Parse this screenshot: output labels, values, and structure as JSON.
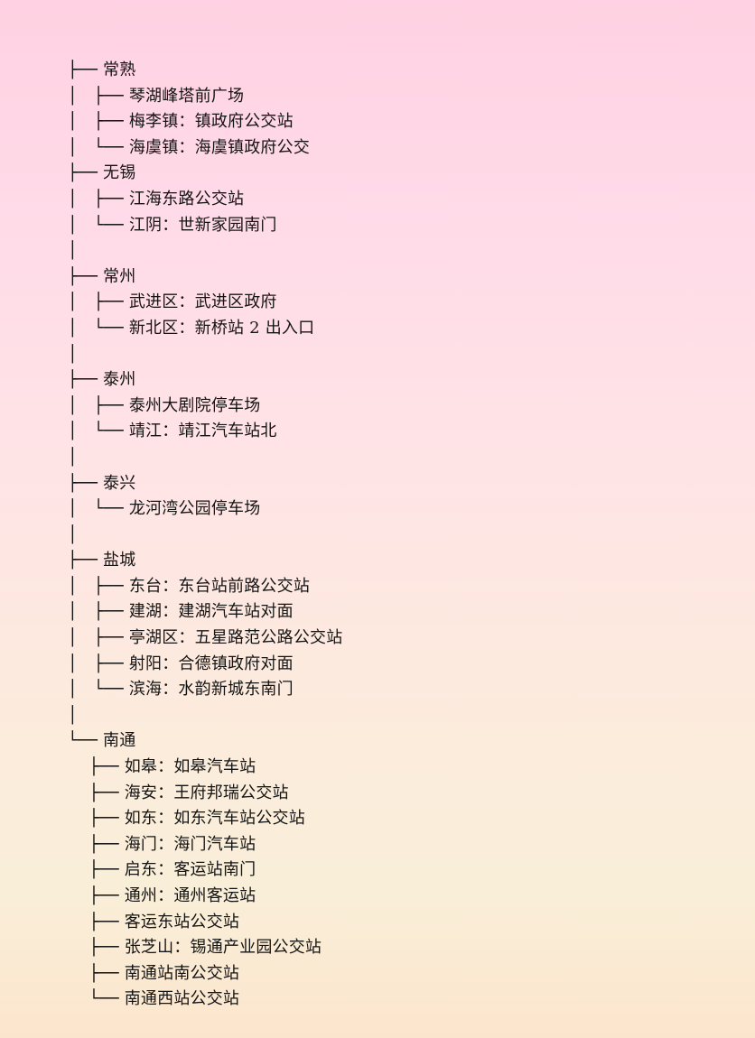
{
  "page": {
    "text_color": "#141414",
    "gradient": [
      "#ffd1e2 0%",
      "#ffdbe8 22%",
      "#ffe4e6 45%",
      "#fcebdd 68%",
      "#f9efd9 85%",
      "#fce5cd 100%"
    ]
  },
  "document": {
    "lines": [
      "├── 常熟",
      "│   ├── 琴湖峰塔前广场",
      "│   ├── 梅李镇：镇政府公交站",
      "│   └── 海虞镇：海虞镇政府公交",
      "├── 无锡",
      "│   ├── 江海东路公交站",
      "│   └── 江阴：世新家园南门",
      "│",
      "├── 常州",
      "│   ├── 武进区：武进区政府",
      "│   └── 新北区：新桥站 2 出入口",
      "│",
      "├── 泰州",
      "│   ├── 泰州大剧院停车场",
      "│   └── 靖江：靖江汽车站北",
      "│",
      "├── 泰兴",
      "│   └── 龙河湾公园停车场",
      "│",
      "├── 盐城",
      "│   ├── 东台：东台站前路公交站",
      "│   ├── 建湖：建湖汽车站对面",
      "│   ├── 亭湖区：五星路范公路公交站",
      "│   ├── 射阳：合德镇政府对面",
      "│   └── 滨海：水韵新城东南门",
      "│",
      "└── 南通",
      "    ├── 如皋：如皋汽车站",
      "    ├── 海安：王府邦瑞公交站",
      "    ├── 如东：如东汽车站公交站",
      "    ├── 海门：海门汽车站",
      "    ├── 启东：客运站南门",
      "    ├── 通州：通州客运站",
      "    ├── 客运东站公交站",
      "    ├── 张芝山：锡通产业园公交站",
      "    ├── 南通站南公交站",
      "    └── 南通西站公交站"
    ]
  }
}
